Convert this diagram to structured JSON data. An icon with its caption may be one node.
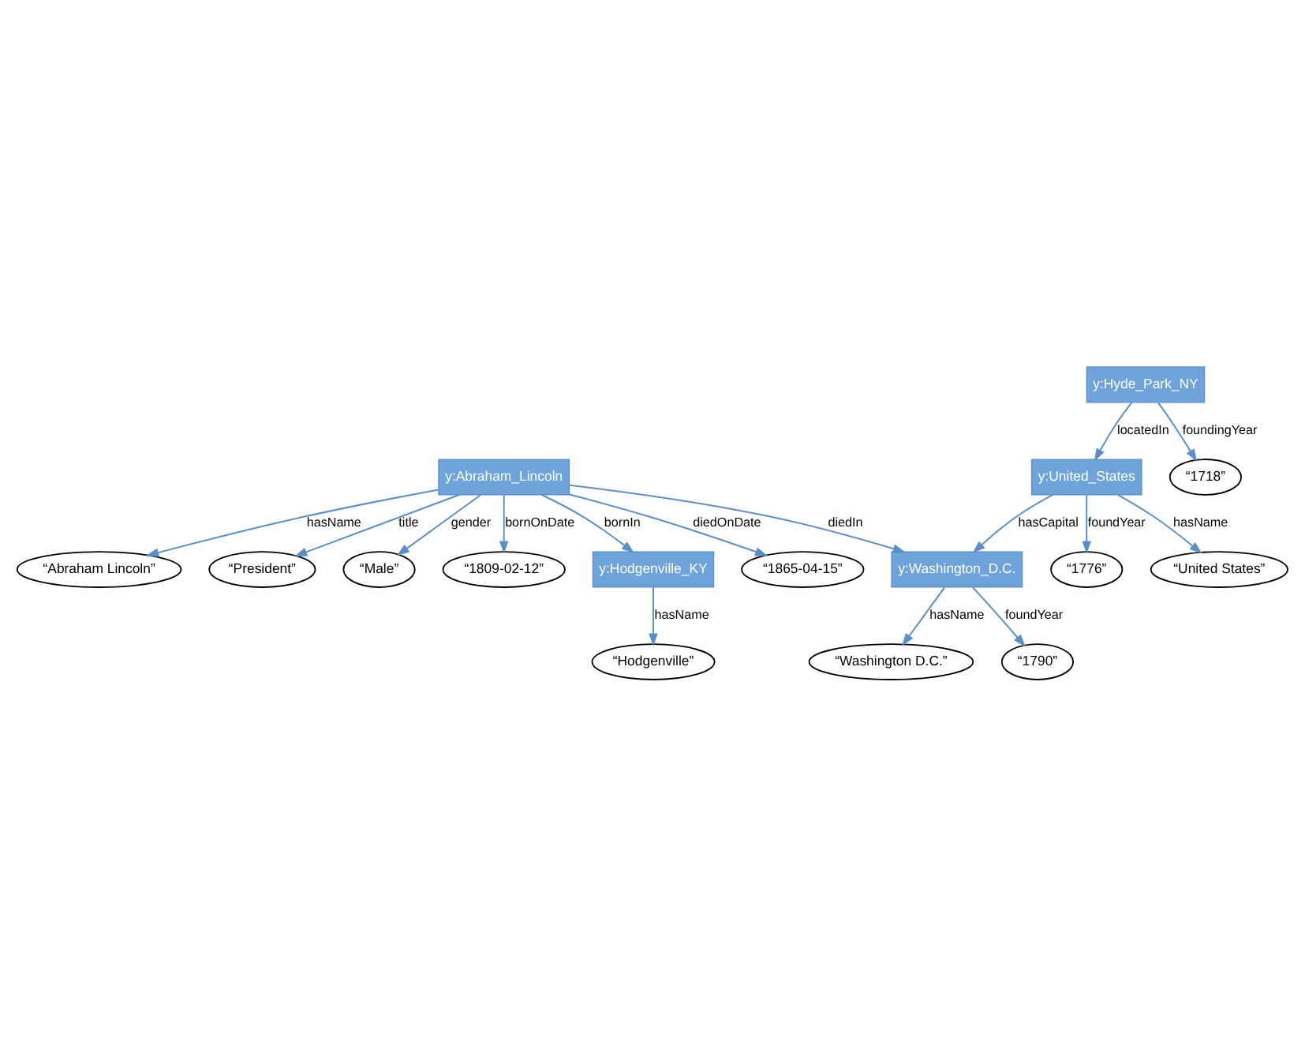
{
  "diagram": {
    "nodes": [
      {
        "text": [
          "y:Abraham_Lincoln"
        ]
      },
      {
        "text": [
          "“Abraham Lincoln”"
        ]
      },
      {
        "text": [
          "“President”"
        ]
      },
      {
        "text": [
          "“Male”"
        ]
      },
      {
        "text": [
          "“1809-02-12”"
        ]
      },
      {
        "text": [
          "y:Hodgenville_KY"
        ]
      },
      {
        "text": [
          "“Hodgenville”"
        ]
      },
      {
        "text": [
          "“1865-04-15”"
        ]
      },
      {
        "text": [
          "y:Washington_D.C."
        ]
      },
      {
        "text": [
          "“Washington D.C.”"
        ]
      },
      {
        "text": [
          "“1790”"
        ]
      },
      {
        "text": [
          "“1776”"
        ]
      },
      {
        "text": [
          "y:United_States"
        ]
      },
      {
        "text": [
          "“United States”"
        ]
      },
      {
        "text": [
          "y:Hyde_Park_NY"
        ]
      },
      {
        "text": [
          "“1718”"
        ]
      }
    ],
    "edges": [
      {
        "from": 0,
        "to": 1,
        "arrow": "to",
        "label": "hasName"
      },
      {
        "from": 0,
        "to": 2,
        "arrow": "to",
        "label": "title"
      },
      {
        "from": 0,
        "to": 3,
        "arrow": "to",
        "label": "gender"
      },
      {
        "from": 0,
        "to": 4,
        "arrow": "to",
        "label": "bornOnDate"
      },
      {
        "from": 0,
        "to": 5,
        "arrow": "to",
        "label": "bornIn"
      },
      {
        "from": 5,
        "to": 6,
        "arrow": "to",
        "label": "hasName"
      },
      {
        "from": 0,
        "to": 7,
        "arrow": "to",
        "label": "diedOnDate"
      },
      {
        "from": 0,
        "to": 8,
        "arrow": "to",
        "label": "diedIn"
      },
      {
        "from": 8,
        "to": 9,
        "arrow": "to",
        "label": "hasName"
      },
      {
        "from": 8,
        "to": 10,
        "arrow": "to",
        "label": "foundYear"
      },
      {
        "from": 12,
        "to": 8,
        "arrow": "to",
        "label": "hasCapital"
      },
      {
        "from": 12,
        "to": 11,
        "arrow": "to",
        "label": "foundYear"
      },
      {
        "from": 12,
        "to": 13,
        "arrow": "to",
        "label": "hasName"
      },
      {
        "from": 14,
        "to": 12,
        "arrow": "to",
        "label": "locatedIn"
      },
      {
        "from": 14,
        "to": 15,
        "arrow": "to",
        "label": "foundingYear"
      }
    ]
  }
}
